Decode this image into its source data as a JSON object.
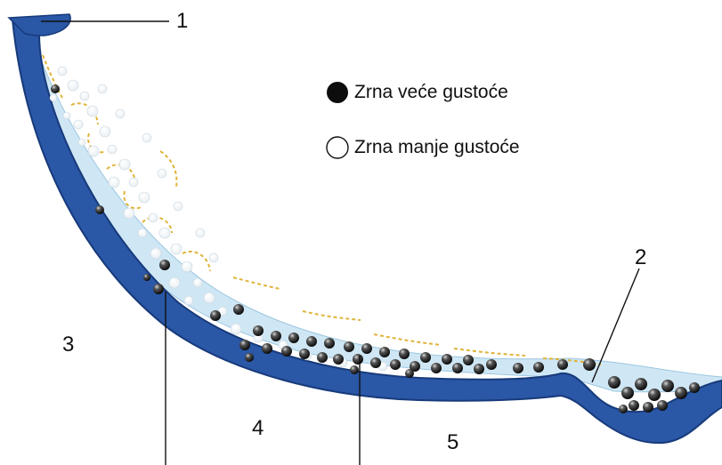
{
  "labels": {
    "l1": "1",
    "l2": "2",
    "l3": "3",
    "l4": "4",
    "l5": "5"
  },
  "legend": {
    "dense": "Zrna veće gustoće",
    "light": "Zrna manje gustoće"
  },
  "colors": {
    "wall": "#2a57a6",
    "wall_edge": "#173a7a",
    "fluid": "#cde8f6",
    "arrow": "#e0b43a",
    "dense_particle": "#1a1a1a",
    "light_particle": "#ffffff"
  }
}
